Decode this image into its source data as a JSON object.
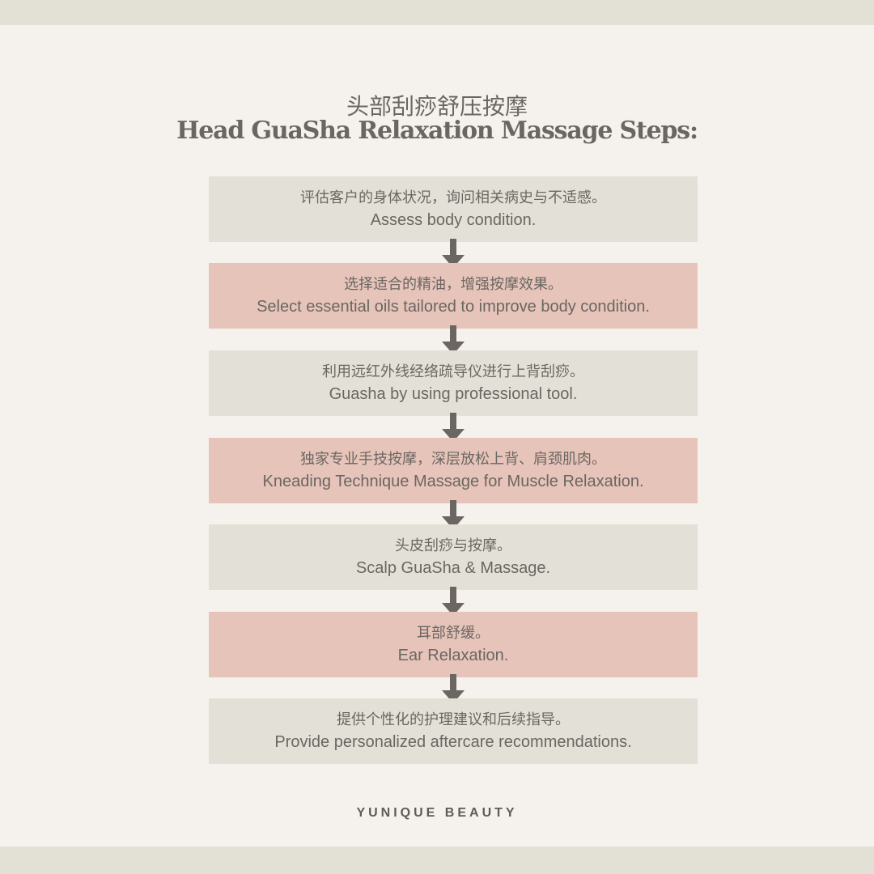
{
  "title": {
    "chinese": "头部刮痧舒压按摩",
    "english": "Head GuaSha Relaxation Massage Steps:"
  },
  "steps": [
    {
      "cn": "评估客户的身体状况，询问相关病史与不适感。",
      "en": "Assess body condition.",
      "color": "#e3e1d7"
    },
    {
      "cn": "选择适合的精油，增强按摩效果。",
      "en": "Select essential oils tailored to improve body condition.",
      "color": "#e6c4b9"
    },
    {
      "cn": "利用远红外线经络疏导仪进行上背刮痧。",
      "en": "Guasha by using professional tool.",
      "color": "#e3e1d7"
    },
    {
      "cn": "独家专业手技按摩，深层放松上背、肩颈肌肉。",
      "en": "Kneading Technique Massage for Muscle Relaxation.",
      "color": "#e6c4b9"
    },
    {
      "cn": "头皮刮痧与按摩。",
      "en": "Scalp GuaSha & Massage.",
      "color": "#e3e1d7"
    },
    {
      "cn": "耳部舒缓。",
      "en": "Ear Relaxation.",
      "color": "#e6c4b9"
    },
    {
      "cn": "提供个性化的护理建议和后续指导。",
      "en": "Provide personalized aftercare recommendations.",
      "color": "#e3e1d7"
    }
  ],
  "brand": "YUNIQUE BEAUTY",
  "colors": {
    "text": "#6b6662",
    "arrow": "#6b6662",
    "background": "#f5f1ed",
    "band": "#e3e0d6"
  }
}
